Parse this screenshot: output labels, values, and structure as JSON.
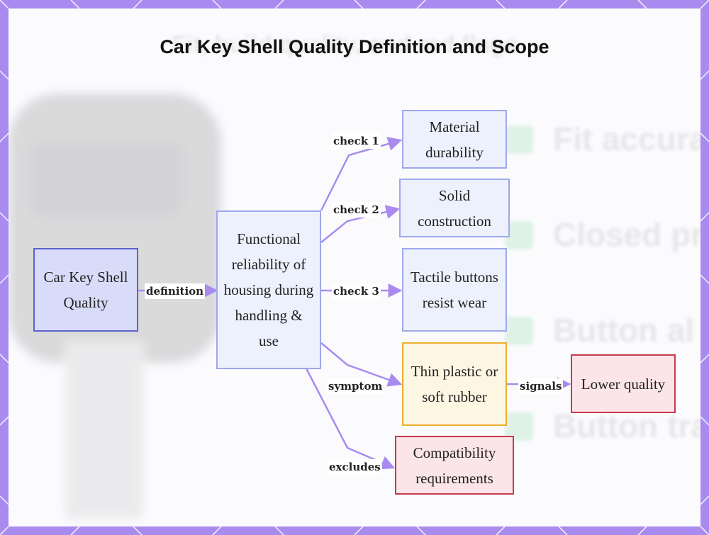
{
  "title": "Car Key Shell Quality Definition and Scope",
  "background_text": {
    "heading": "Fit, build quality, and red flags",
    "items": [
      "Fit accura",
      "Closed pr",
      "Button al",
      "Button tra"
    ]
  },
  "nodes": {
    "root": "Car Key Shell Quality",
    "definition": "Functional reliability of housing during handling & use",
    "material": "Material durability",
    "solid": "Solid construction",
    "tactile": "Tactile buttons resist wear",
    "thin": "Thin plastic or soft rubber",
    "lower": "Lower quality",
    "compat": "Compatibility requirements"
  },
  "edge_labels": {
    "definition": "definition",
    "check1": "check 1",
    "check2": "check 2",
    "check3": "check 3",
    "symptom": "symptom",
    "signals": "signals",
    "excludes": "excludes"
  },
  "colors": {
    "frame": "#a98bf0",
    "edge": "#a98bf0",
    "blue_border": "#5a63c9",
    "blue_fill": "#d9dcf8",
    "pale_border": "#9ea8ec",
    "pale_fill": "#edf1fd",
    "orange_border": "#ecae2f",
    "orange_fill": "#fcf6e3",
    "red_border": "#c73b4c",
    "red_fill": "#fce5e9"
  }
}
